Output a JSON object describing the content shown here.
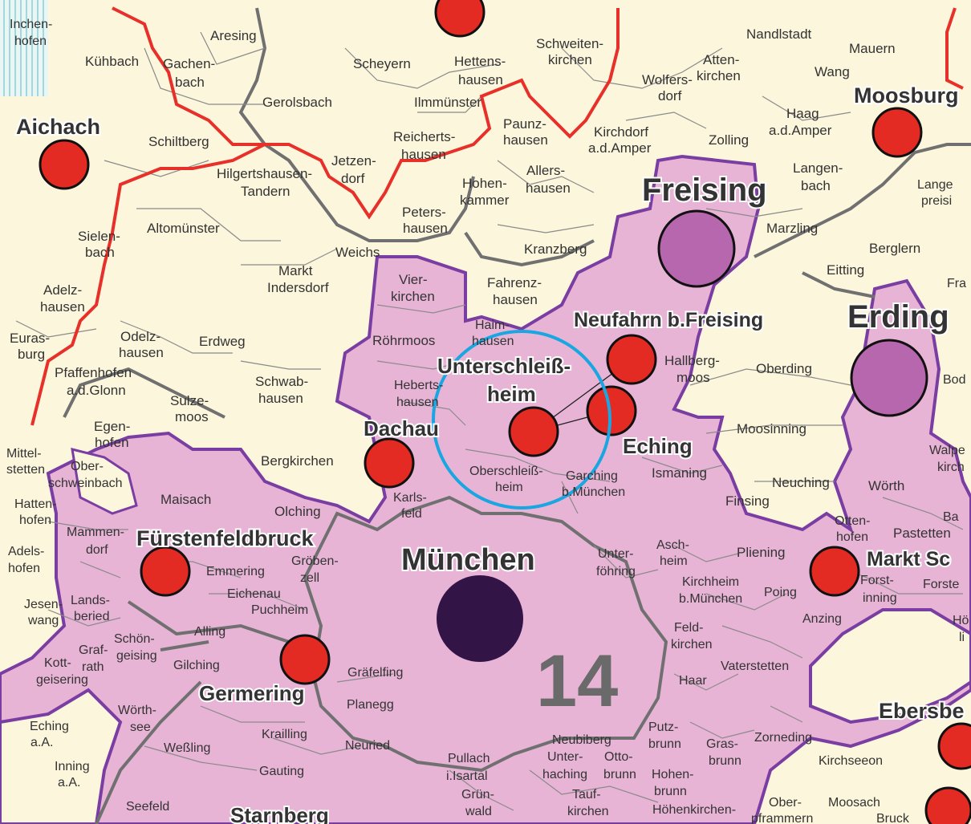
{
  "map": {
    "region_number": "14",
    "colors": {
      "background": "#fbf6dc",
      "region_fill": "#e8b4d6",
      "region_border": "#7a3ea3",
      "district_border": "#707070",
      "state_border": "#e8302a",
      "city_marker": "#e32a23",
      "freising_marker": "#b767ad",
      "munich_marker": "#331446",
      "highlight_circle": "#1aa6e0"
    },
    "labels": {
      "muenchen": "München",
      "freising": "Freising",
      "erding": "Erding",
      "fuerstenfeldbruck": "Fürstenfeldbruck",
      "dachau": "Dachau",
      "germering": "Germering",
      "starnberg": "Starnberg",
      "neufahrn": "Neufahrn b.Freising",
      "unterschleissheim_1": "Unterschleiß-",
      "unterschleissheim_2": "heim",
      "eching": "Eching",
      "aichach": "Aichach",
      "moosburg": "Moosburg",
      "ebersberg": "Ebersbe",
      "markt_schwaben": "Markt Sc",
      "small": [
        "Aresing",
        "Kühbach",
        "Gachen-",
        "bach",
        "Scheyern",
        "Hettens-",
        "hausen",
        "Schweiten-",
        "kirchen",
        "Nandlstadt",
        "Mauern",
        "Atten-",
        "kirchen",
        "Wang",
        "Wolfers-",
        "dorf",
        "Gerolsbach",
        "Ilmmünster",
        "Paunz-",
        "hausen",
        "Kirchdorf",
        "a.d.Amper",
        "Zolling",
        "Haag",
        "a.d.Amper",
        "Reicherts-",
        "hausen",
        "Schiltberg",
        "Jetzen-",
        "dorf",
        "Hilgertshausen-",
        "Tandern",
        "Hohen-",
        "kammer",
        "Allers-",
        "hausen",
        "Langen-",
        "bach",
        "Peters-",
        "hausen",
        "Marzling",
        "Berglern",
        "Altomünster",
        "Sielen-",
        "bach",
        "Weichs",
        "Kranzberg",
        "Eitting",
        "Markt",
        "Indersdorf",
        "Vier-",
        "kirchen",
        "Fahrenz-",
        "hausen",
        "Adelz-",
        "hausen",
        "Röhrmoos",
        "Haim-",
        "hausen",
        "Hallberg-",
        "moos",
        "Oberding",
        "Odelz-",
        "hausen",
        "Erdweg",
        "Euras-",
        "burg",
        "Pfaffenhofen",
        "a.d.Glonn",
        "Schwab-",
        "hausen",
        "Heberts-",
        "hausen",
        "Sulze-",
        "moos",
        "Egen-",
        "hofen",
        "Moosinning",
        "Bergkirchen",
        "Ober-",
        "schweinbach",
        "Oberschleiß-",
        "heim",
        "Garching",
        "b.München",
        "Ismaning",
        "Neuching",
        "Wörth",
        "Maisach",
        "Olching",
        "Karls-",
        "feld",
        "Finsing",
        "Hatten-",
        "hofen",
        "Mammen-",
        "dorf",
        "Otten-",
        "hofen",
        "Pastetten",
        "Unter-",
        "föhring",
        "Asch-",
        "heim",
        "Pliening",
        "Adels-",
        "hofen",
        "Emmering",
        "Gröben-",
        "zell",
        "Kirchheim",
        "b.München",
        "Poing",
        "Forst-",
        "inning",
        "Eichenau",
        "Puchheim",
        "Lands-",
        "beried",
        "Jesen-",
        "wang",
        "Anzing",
        "Alling",
        "Feld-",
        "kirchen",
        "Schön-",
        "geising",
        "Graf-",
        "rath",
        "Kott-",
        "geisering",
        "Gilching",
        "Vaterstetten",
        "Gräfelfing",
        "Haar",
        "Planegg",
        "Wörth-",
        "see",
        "Krailling",
        "Putz-",
        "brunn",
        "Zorneding",
        "Weßling",
        "Neuried",
        "Gras-",
        "brunn",
        "Eching",
        "a.A.",
        "Inning",
        "a.A.",
        "Gauting",
        "Neubiberg",
        "Unter-",
        "haching",
        "Otto-",
        "brunn",
        "Hohen-",
        "brunn",
        "Kirchseeon",
        "Pullach",
        "i.Isartal",
        "Grün-",
        "wald",
        "Tauf-",
        "kirchen",
        "Seefeld",
        "Ober-",
        "pframmern",
        "Moosach",
        "Bruck",
        "Höhenkirchen-",
        "Inchen-",
        "hofen",
        "Forste",
        "Mittel-",
        "stetten",
        "Walpe",
        "kirch",
        "Bod",
        "Lange",
        "preisi",
        "Fra",
        "Ba",
        "Hö",
        "li",
        "Ebersbe"
      ]
    }
  }
}
